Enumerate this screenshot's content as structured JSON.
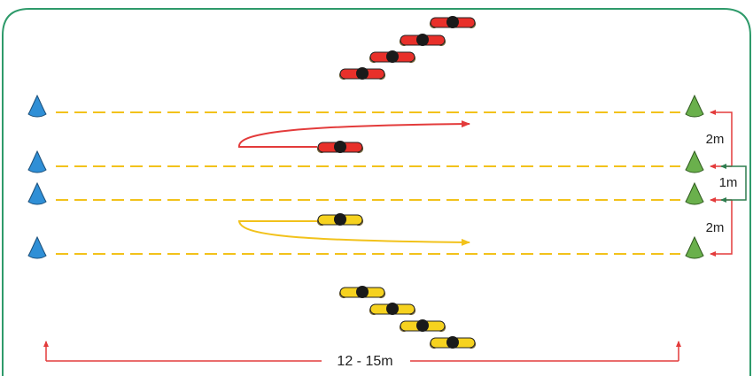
{
  "colors": {
    "border": "#2e9a6a",
    "lane_line": "#f2c21b",
    "measure_line": "#e33b3b",
    "one_meter_bracket": "#2e7d4f",
    "cone_left": "#2f8fd6",
    "cone_right": "#6ab04c",
    "red_team": "#e8302a",
    "yellow_team": "#f6d21f",
    "player_head": "#1a1a1a"
  },
  "labels": {
    "gap_top": "2m",
    "gap_middle": "1m",
    "gap_bottom": "2m",
    "length": "12 - 15m"
  },
  "icons": {
    "left_cone": "cone-icon",
    "right_cone": "cone-icon",
    "player": "player-icon"
  }
}
